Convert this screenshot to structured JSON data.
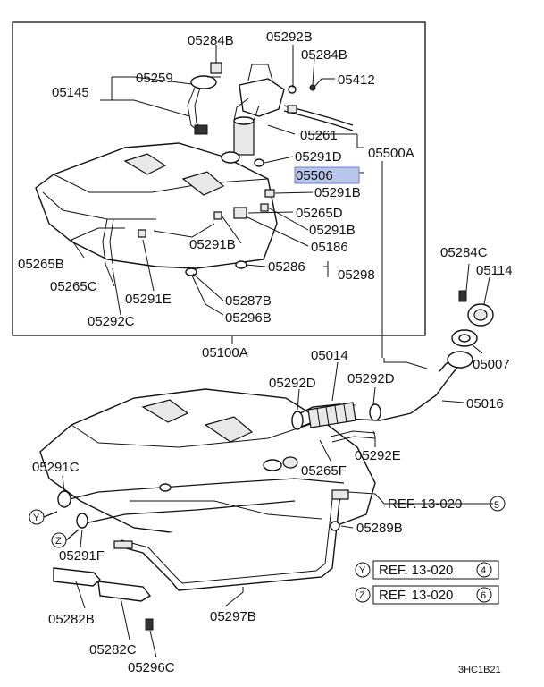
{
  "labels": {
    "l05284B_top": "05284B",
    "l05292B_top": "05292B",
    "l05284B_2": "05284B",
    "l05259": "05259",
    "l05412": "05412",
    "l05145": "05145",
    "l05261": "05261",
    "l05291D": "05291D",
    "l05500A": "05500A",
    "l05506": "05506",
    "l05291B_1": "05291B",
    "l05265D": "05265D",
    "l05291B_2": "05291B",
    "l05291B_3": "05291B",
    "l05186": "05186",
    "l05265B": "05265B",
    "l05265C": "05265C",
    "l05291E": "05291E",
    "l05286": "05286",
    "l05298": "05298",
    "l05287B": "05287B",
    "l05296B": "05296B",
    "l05292C": "05292C",
    "l05284C": "05284C",
    "l05114": "05114",
    "l05100A": "05100A",
    "l05014": "05014",
    "l05007": "05007",
    "l05292D_1": "05292D",
    "l05292D_2": "05292D",
    "l05016": "05016",
    "l05292E": "05292E",
    "l05265F": "05265F",
    "l05291C": "05291C",
    "l05289B": "05289B",
    "l05291F": "05291F",
    "l05282B": "05282B",
    "l05297B": "05297B",
    "l05282C": "05282C",
    "l05296C": "05296C",
    "code": "3HC1B21"
  },
  "refs": {
    "ref_main": "REF. 13-020",
    "ref_main_num": "5",
    "ref_y": "REF. 13-020",
    "ref_y_num": "4",
    "ref_y_letter": "Y",
    "ref_z": "REF. 13-020",
    "ref_z_num": "6",
    "ref_z_letter": "Z",
    "marker_y": "Y",
    "marker_z": "Z"
  },
  "colors": {
    "highlight": "#b9c6ec",
    "highlight_border": "#6a7fc6",
    "ink": "#111111"
  }
}
